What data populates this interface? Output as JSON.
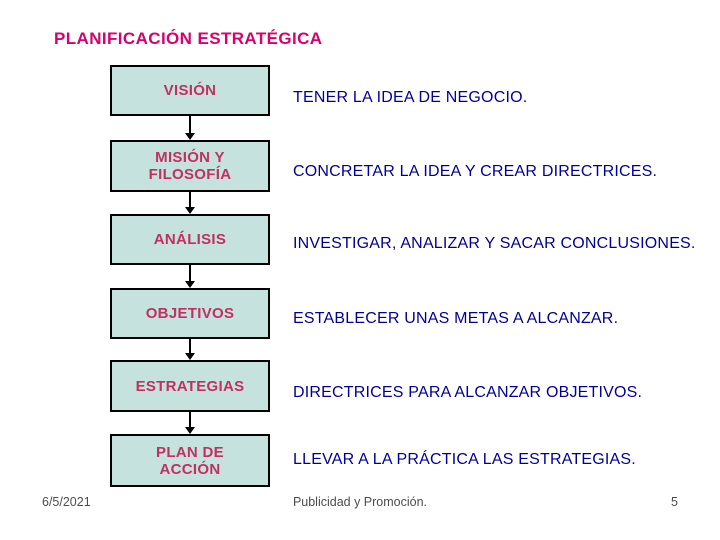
{
  "title": "PLANIFICACIÓN ESTRATÉGICA",
  "flow": {
    "steps": [
      {
        "box": "VISIÓN",
        "description": "TENER LA IDEA DE NEGOCIO."
      },
      {
        "box": "MISIÓN Y FILOSOFÍA",
        "description": "CONCRETAR LA IDEA Y CREAR DIRECTRICES."
      },
      {
        "box": "ANÁLISIS",
        "description": "INVESTIGAR, ANALIZAR Y SACAR CONCLUSIONES."
      },
      {
        "box": "OBJETIVOS",
        "description": "ESTABLECER UNAS METAS A ALCANZAR."
      },
      {
        "box": "ESTRATEGIAS",
        "description": "DIRECTRICES PARA ALCANZAR OBJETIVOS."
      },
      {
        "box": "PLAN DE ACCIÓN",
        "description": "LLEVAR A LA PRÁCTICA LAS ESTRATEGIAS."
      }
    ]
  },
  "footer": {
    "date": "6/5/2021",
    "center_text": "Publicidad y Promoción.",
    "page_number": "5"
  },
  "colors": {
    "title_pink": "#D6006E",
    "label_pink": "#C23060",
    "description_navy": "#000099",
    "box_fill": "#C6E2DE",
    "box_border": "#000000",
    "arrow_black": "#000000",
    "footer_gray": "#4D4D4D"
  }
}
